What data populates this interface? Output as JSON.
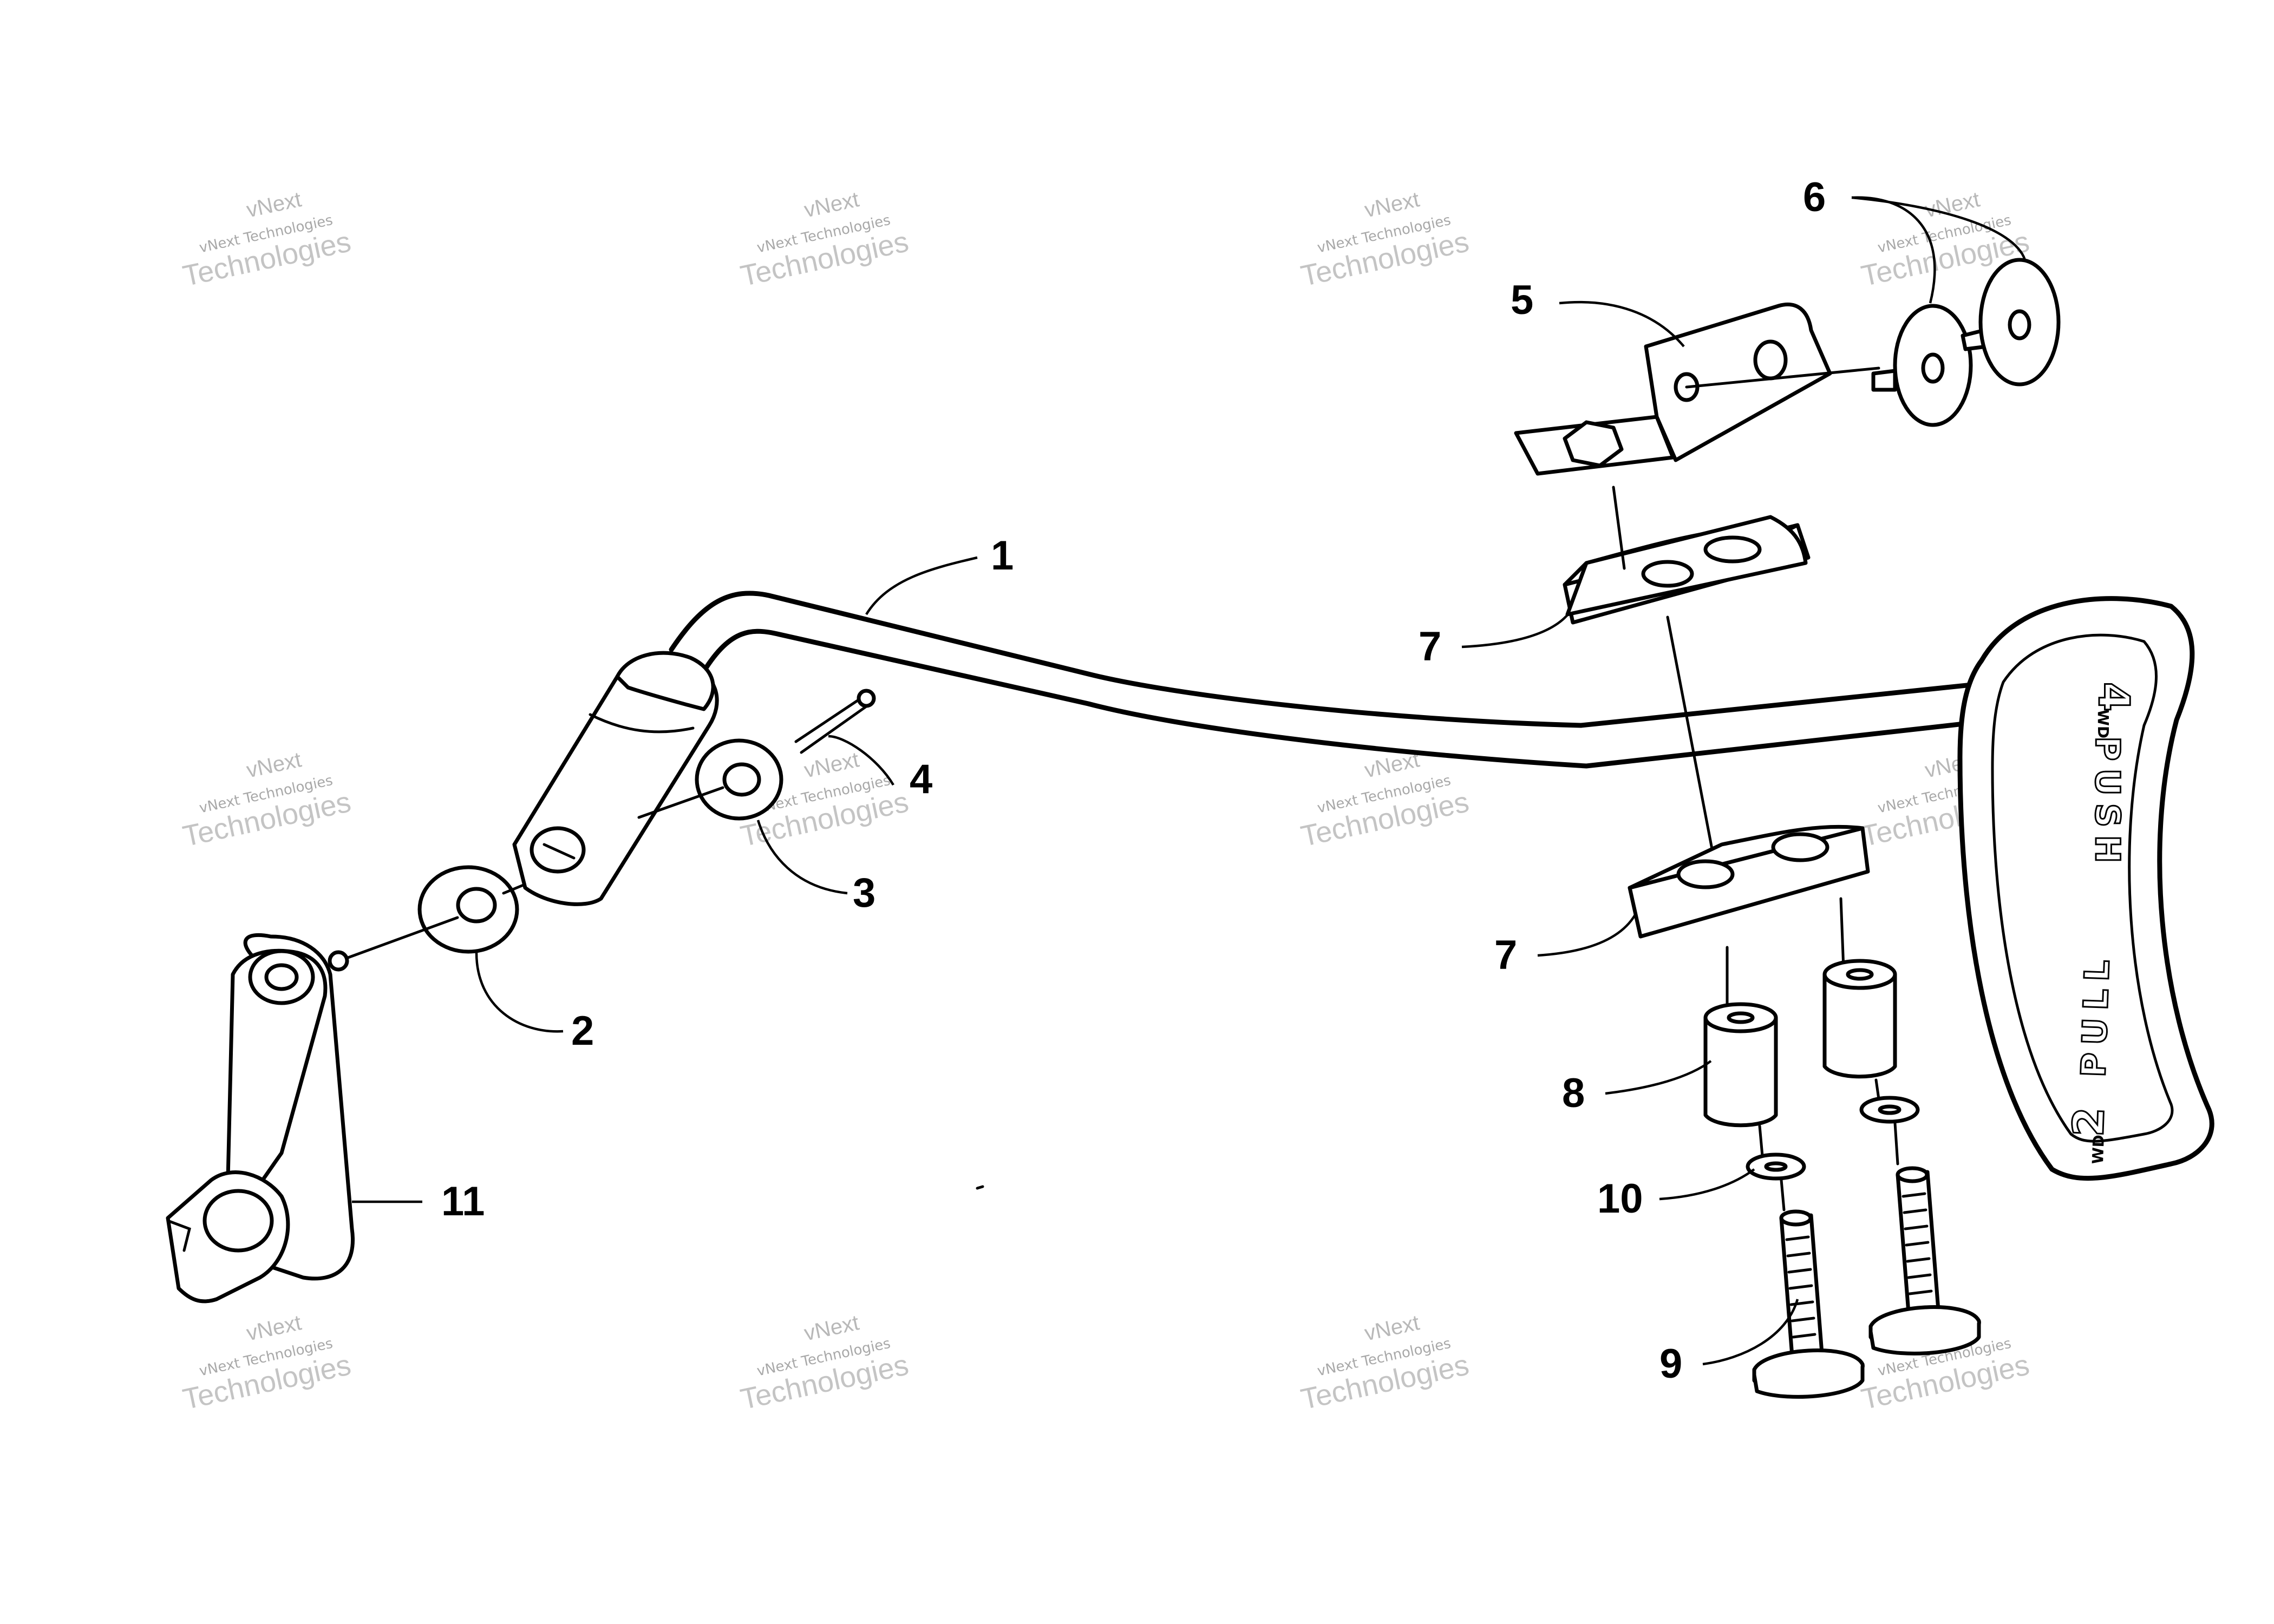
{
  "watermark": {
    "line1": "vNext",
    "line2": "vNext Technologies",
    "line3": "Technologies"
  },
  "callouts": [
    {
      "id": "1",
      "label": "1"
    },
    {
      "id": "2",
      "label": "2"
    },
    {
      "id": "3",
      "label": "3"
    },
    {
      "id": "4",
      "label": "4"
    },
    {
      "id": "5",
      "label": "5"
    },
    {
      "id": "6",
      "label": "6"
    },
    {
      "id": "7a",
      "label": "7"
    },
    {
      "id": "7b",
      "label": "7"
    },
    {
      "id": "8",
      "label": "8"
    },
    {
      "id": "9",
      "label": "9"
    },
    {
      "id": "10",
      "label": "10"
    },
    {
      "id": "11",
      "label": "11"
    }
  ],
  "grip": {
    "top_number": "4",
    "top_sub": "WD",
    "push": "PUSH",
    "pull": "PULL",
    "bottom_number": "2",
    "bottom_sub": "WD"
  }
}
